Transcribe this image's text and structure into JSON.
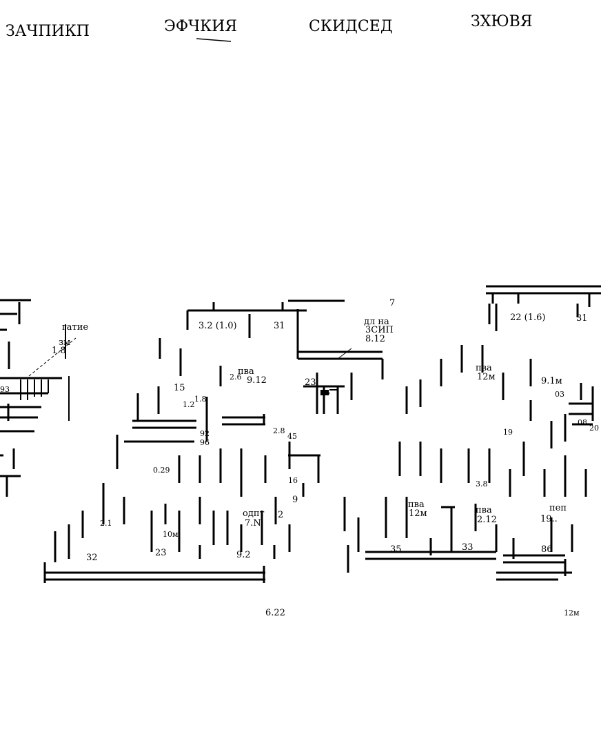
{
  "header": {
    "titles": [
      "ЗАЧПИКП",
      "ЭФЧКИЯ",
      "СКИДСЕД",
      "ЗХЮВЯ"
    ]
  },
  "labels": {
    "left_room_a": "гатие",
    "left_room_b": "зм",
    "left_room_b_area": "1.8",
    "left_num": "93",
    "r1_dim": "3.2 (1.0)",
    "r2_dim": "31",
    "r3_name": "дл на",
    "r3_sub": "3СИП",
    "r3_area": "8.12",
    "r3_num": "7",
    "r4_dim": "22 (1.6)",
    "r5_dim": "31",
    "k1_name": "пва",
    "k1_area": "9.12",
    "k1_num": "2.6",
    "k2_num": "15",
    "k2_sub": "1.2",
    "k2_sub2": "1.8",
    "c_num1": "92",
    "c_num2": "96",
    "c_num3": "0.29",
    "c_num4": "23",
    "c_num5": "2.8",
    "c_num6": "45",
    "c_num7": "16",
    "c_num8": "9",
    "c_num9": "2",
    "b1_name": "одпт",
    "b1_area": "7.N",
    "b2_area": "10м",
    "b3_area": "2.1",
    "dim_b1": "32",
    "dim_b2": "23",
    "dim_b3": "9.2",
    "r6_name": "пва",
    "r6_area": "12м",
    "r7_area": "9.1м",
    "r7_num": "03",
    "r8_num": "08",
    "r8_num2": "20",
    "r9_num": "19",
    "r9_num2": "3.8",
    "r10_name": "пва",
    "r10_area": "12м",
    "r11_name": "пва",
    "r11_area": "2.12",
    "r12_name": "пеп",
    "r12_area": "19..",
    "dim_r1": "35",
    "dim_r2": "33",
    "dim_r3": "86",
    "total_left": "6.22",
    "total_right": "12м"
  }
}
